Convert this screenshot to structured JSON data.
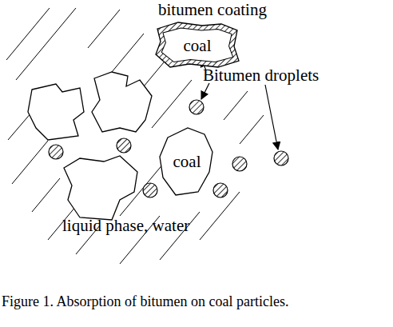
{
  "diagram": {
    "caption": "Figure 1. Absorption of bitumen on coal particles.",
    "nodes": [
      {
        "text": [
          "coal"
        ]
      },
      {
        "text": [
          "coal"
        ]
      }
    ],
    "labels": [
      "bitumen coating",
      "Bitumen droplets",
      "liquid phase, water"
    ]
  }
}
